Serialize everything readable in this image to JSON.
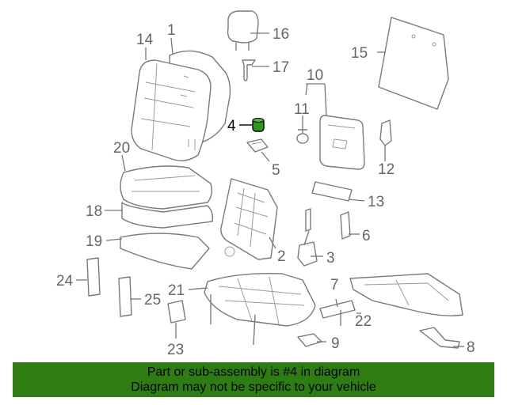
{
  "callouts": {
    "n1": "1",
    "n2": "2",
    "n3": "3",
    "n4": "4",
    "n5": "5",
    "n6": "6",
    "n7": "7",
    "n8": "8",
    "n9": "9",
    "n10": "10",
    "n11": "11",
    "n12": "12",
    "n13": "13",
    "n14": "14",
    "n15": "15",
    "n16": "16",
    "n17": "17",
    "n18": "18",
    "n19": "19",
    "n20": "20",
    "n21": "21",
    "n22": "22",
    "n23": "23",
    "n24": "24",
    "n25": "25"
  },
  "highlight_part": "4",
  "banner": {
    "line1": "Part or sub-assembly is #4 in diagram",
    "line2": "Diagram may not be specific to your vehicle",
    "background": "#2e7d12",
    "text_color": "#000000"
  },
  "colors": {
    "line_art": "#7a7a7a",
    "highlight_part_fill": "#2e9a1a"
  }
}
